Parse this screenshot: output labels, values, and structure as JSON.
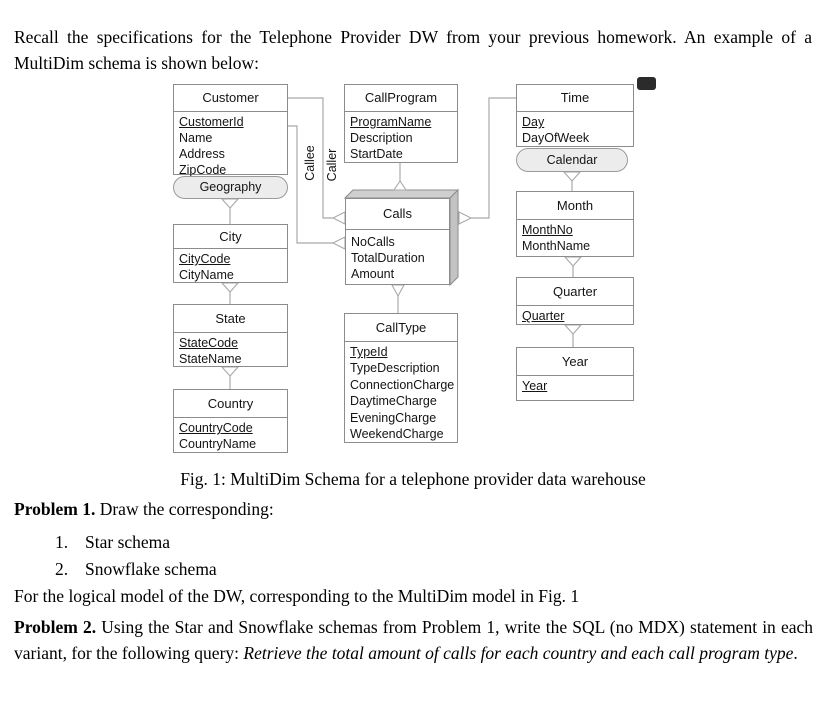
{
  "intro": "Recall the specifications for the Telephone Provider DW from your previous homework. An example of a MultiDim schema is shown below:",
  "caption": "Fig. 1: MultiDim Schema for a telephone provider data warehouse",
  "problem1": {
    "label": "Problem 1.",
    "text": " Draw the corresponding:",
    "items": [
      {
        "num": "1.",
        "text": "Star schema"
      },
      {
        "num": "2.",
        "text": "Snowflake schema"
      }
    ]
  },
  "after_list": "For the logical model of the DW, corresponding to the MultiDim model in Fig. 1",
  "problem2": {
    "label": "Problem 2.",
    "text": " Using the Star and Snowflake schemas from Problem 1, write the SQL (no MDX) statement in each variant, for the following query: ",
    "query": "Retrieve the total amount of calls for each country and each call program type",
    "period": "."
  },
  "diagram": {
    "fact": {
      "title": "Calls",
      "attrs": [
        {
          "text": "NoCalls"
        },
        {
          "text": "TotalDuration"
        },
        {
          "text": "Amount"
        }
      ]
    },
    "entities": {
      "customer": {
        "title": "Customer",
        "attrs": [
          {
            "text": "CustomerId",
            "key": true
          },
          {
            "text": "Name"
          },
          {
            "text": "Address"
          },
          {
            "text": "ZipCode"
          }
        ]
      },
      "callprogram": {
        "title": "CallProgram",
        "attrs": [
          {
            "text": "ProgramName",
            "key": true
          },
          {
            "text": "Description"
          },
          {
            "text": "StartDate"
          }
        ]
      },
      "time": {
        "title": "Time",
        "attrs": [
          {
            "text": "Day",
            "key": true
          },
          {
            "text": "DayOfWeek"
          }
        ]
      },
      "city": {
        "title": "City",
        "attrs": [
          {
            "text": "CityCode",
            "key": true
          },
          {
            "text": "CityName"
          }
        ]
      },
      "state": {
        "title": "State",
        "attrs": [
          {
            "text": "StateCode",
            "key": true
          },
          {
            "text": "StateName"
          }
        ]
      },
      "country": {
        "title": "Country",
        "attrs": [
          {
            "text": "CountryCode",
            "key": true
          },
          {
            "text": "CountryName"
          }
        ]
      },
      "calltype": {
        "title": "CallType",
        "attrs": [
          {
            "text": "TypeId",
            "key": true
          },
          {
            "text": "TypeDescription"
          },
          {
            "text": "ConnectionCharge"
          },
          {
            "text": "DaytimeCharge"
          },
          {
            "text": "EveningCharge"
          },
          {
            "text": "WeekendCharge"
          }
        ]
      },
      "month": {
        "title": "Month",
        "attrs": [
          {
            "text": "MonthNo",
            "key": true
          },
          {
            "text": "MonthName"
          }
        ]
      },
      "quarter": {
        "title": "Quarter",
        "attrs": [
          {
            "text": "Quarter",
            "key": true
          }
        ]
      },
      "year": {
        "title": "Year",
        "attrs": [
          {
            "text": "Year",
            "key": true
          }
        ]
      }
    },
    "ovals": {
      "geography": "Geography",
      "calendar": "Calendar"
    },
    "edge_labels": {
      "callee": "Callee",
      "caller": "Caller"
    },
    "colors": {
      "box_border": "#8c8c8c",
      "oval_fill": "#ececec",
      "cube_top": "#cfcfcf",
      "cube_side": "#c3c3c3",
      "wire": "#a9a9a9",
      "marker": "#2b2b2b"
    }
  }
}
